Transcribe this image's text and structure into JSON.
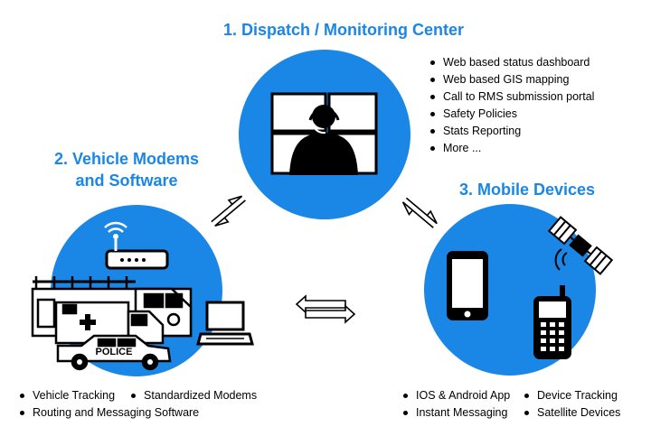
{
  "dispatch": {
    "title": "1. Dispatch / Monitoring Center",
    "features": [
      "Web based status dashboard",
      "Web based GIS mapping",
      "Call to RMS submission portal",
      "Safety Policies",
      "Stats Reporting",
      "More ..."
    ]
  },
  "vehicle": {
    "title_line1": "2. Vehicle Modems",
    "title_line2": "and Software",
    "features": [
      "Vehicle Tracking",
      "Standardized Modems",
      "Routing and Messaging Software"
    ],
    "police_label": "POLICE"
  },
  "mobile": {
    "title": "3. Mobile Devices",
    "features": [
      "IOS & Android App",
      "Device Tracking",
      "Instant Messaging",
      "Satellite Devices"
    ]
  },
  "colors": {
    "accent": "#1a86e6",
    "ink": "#000000"
  },
  "icons": [
    "operator-headset-icon",
    "monitor-wall-icon",
    "wifi-router-icon",
    "fire-truck-icon",
    "ambulance-icon",
    "police-car-icon",
    "laptop-icon",
    "smartphone-icon",
    "satellite-icon",
    "satellite-phone-icon",
    "bidirectional-arrow-icon"
  ]
}
